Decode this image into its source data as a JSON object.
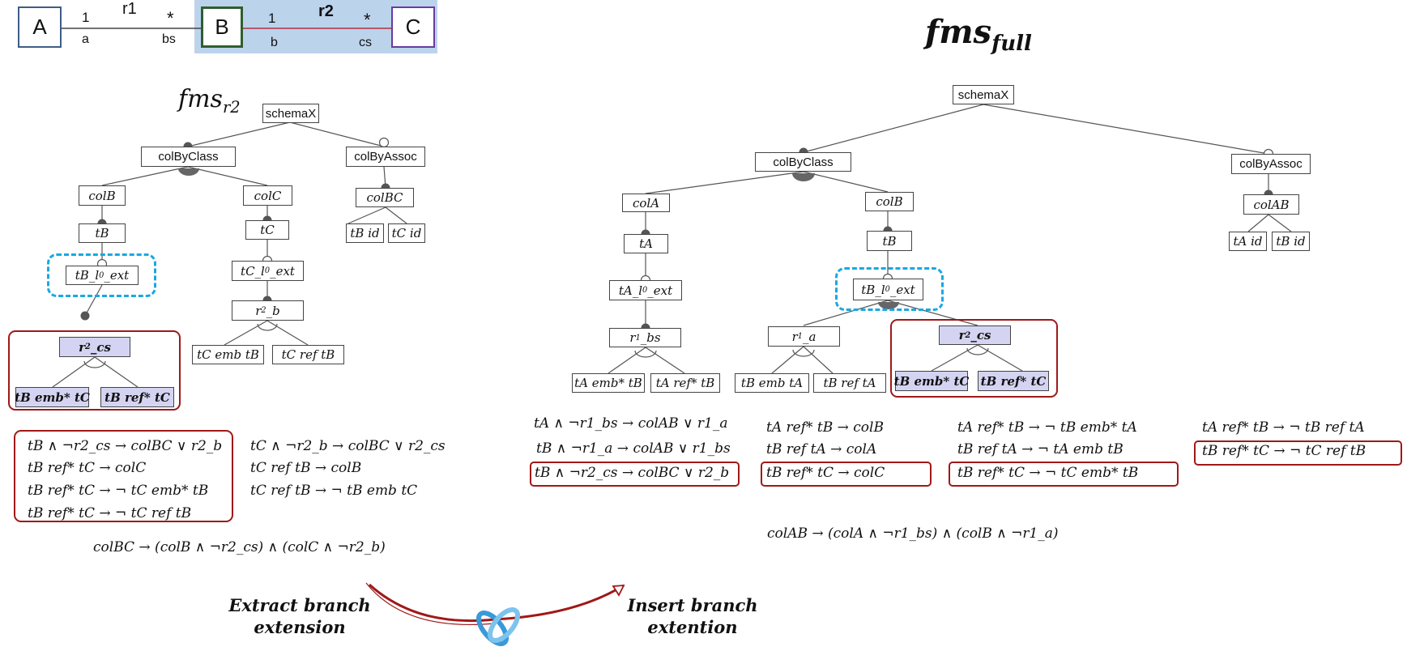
{
  "uml": {
    "class_a": "A",
    "class_b": "B",
    "class_c": "C",
    "r1_name": "r1",
    "r1_mult_a": "1",
    "r1_mult_bs": "*",
    "r1_role_a": "a",
    "r1_role_bs": "bs",
    "r2_name": "r2",
    "r2_mult_b": "1",
    "r2_mult_cs": "*",
    "r2_role_b": "b",
    "r2_role_cs": "cs"
  },
  "left": {
    "title_main": "fms",
    "title_sub": "r2",
    "nodes": {
      "schemaX": "schemaX",
      "colByClass": "colByClass",
      "colByAssoc": "colByAssoc",
      "colB": "colB",
      "colC": "colC",
      "colBC": "colBC",
      "tB": "tB",
      "tC": "tC",
      "tB_id": "tB id",
      "tC_id": "tC id",
      "tB_ext": "tB_l",
      "tB_ext_sub": "0",
      "tB_ext_tail": "_ext",
      "tC_ext": "tC_l",
      "tC_ext_sub": "0",
      "tC_ext_tail": "_ext",
      "r2_b": "r",
      "r2_b_sub": "2",
      "r2_b_tail": "_b",
      "tC_emb_tB": "tC  emb tB",
      "tC_ref_tB": "tC  ref tB",
      "r2_cs": "r",
      "r2_cs_sub": "2",
      "r2_cs_tail": "_cs",
      "tB_emb_tC": "tB  emb* tC",
      "tB_ref_tC": "tB  ref* tC"
    },
    "formulas_boxed": [
      "tB ∧ ¬r2_cs → colBC ∨ r2_b",
      "tB  ref* tC  →  colC",
      "tB  ref* tC  →  ¬ tC emb* tB",
      "tB  ref* tC  →  ¬ tC  ref tB"
    ],
    "formulas_right": [
      "tC ∧ ¬r2_b → colBC ∨ r2_cs",
      "tC  ref   tB  →  colB",
      "tC  ref  tB  →  ¬ tB  emb  tC"
    ],
    "formula_bottom": "colBC → (colB  ∧  ¬r2_cs) ∧ (colC  ∧  ¬r2_b)"
  },
  "right": {
    "title_main": "fms",
    "title_sub": "full",
    "nodes": {
      "schemaX": "schemaX",
      "colByClass": "colByClass",
      "colByAssoc": "colByAssoc",
      "colA": "colA",
      "colB": "colB",
      "colAB": "colAB",
      "tA": "tA",
      "tB": "tB",
      "tA_id": "tA id",
      "tB_id": "tB id",
      "tA_ext": "tA_l",
      "tA_ext_sub": "0",
      "tA_ext_tail": "_ext",
      "tB_ext": "tB_l",
      "tB_ext_sub": "0",
      "tB_ext_tail": "_ext",
      "r1_bs": "r",
      "r1_bs_sub": "1",
      "r1_bs_tail": "_bs",
      "r1_a": "r",
      "r1_a_sub": "1",
      "r1_a_tail": "_a",
      "r2_cs": "r",
      "r2_cs_sub": "2",
      "r2_cs_tail": "_cs",
      "tA_emb_tB": "tA  emb* tB",
      "tA_ref_tB": "tA   ref* tB",
      "tB_emb_tA": "tB emb tA",
      "tB_ref_tA": "tB ref tA",
      "tB_emb_tC": "tB  emb* tC",
      "tB_ref_tC": "tB  ref* tC"
    },
    "formulas_col1": [
      "tA ∧ ¬r1_bs → colAB  ∨ r1_a",
      "tB ∧ ¬r1_a → colAB ∨ r1_bs",
      "tB ∧ ¬r2_cs → colBC  ∨ r2_b"
    ],
    "formulas_col2": [
      "tA  ref* tB     →  colB",
      "tB  ref   tA     →  colA",
      "tB  ref* tC     →  colC"
    ],
    "formulas_col3": [
      "tA  ref* tB     →  ¬ tB emb* tA",
      "tB  ref   tA     →  ¬ tA  emb  tB",
      "tB  ref* tC     →  ¬ tC emb* tB"
    ],
    "formulas_col4": [
      "tA  ref* tB   →  ¬ tB  ref  tA",
      "tB  ref* tC   →  ¬ tC  ref  tB"
    ],
    "formula_bottom": "colAB → (colA  ∧  ¬r1_bs) ∧ (colB  ∧  ¬r1_a)"
  },
  "operations": {
    "extract_line1": "Extract branch",
    "extract_line2": "extension",
    "insert_line1": "Insert branch",
    "insert_line2": "extention"
  },
  "colors": {
    "red_box": "#a01818",
    "cyan_dash": "#1aa8df",
    "highlight": "#d4d4f2",
    "uml_band": "#bcd3ec",
    "class_a_border": "#3d5d87",
    "class_b_border": "#2f5e2f",
    "class_c_border": "#6a3aa0"
  }
}
